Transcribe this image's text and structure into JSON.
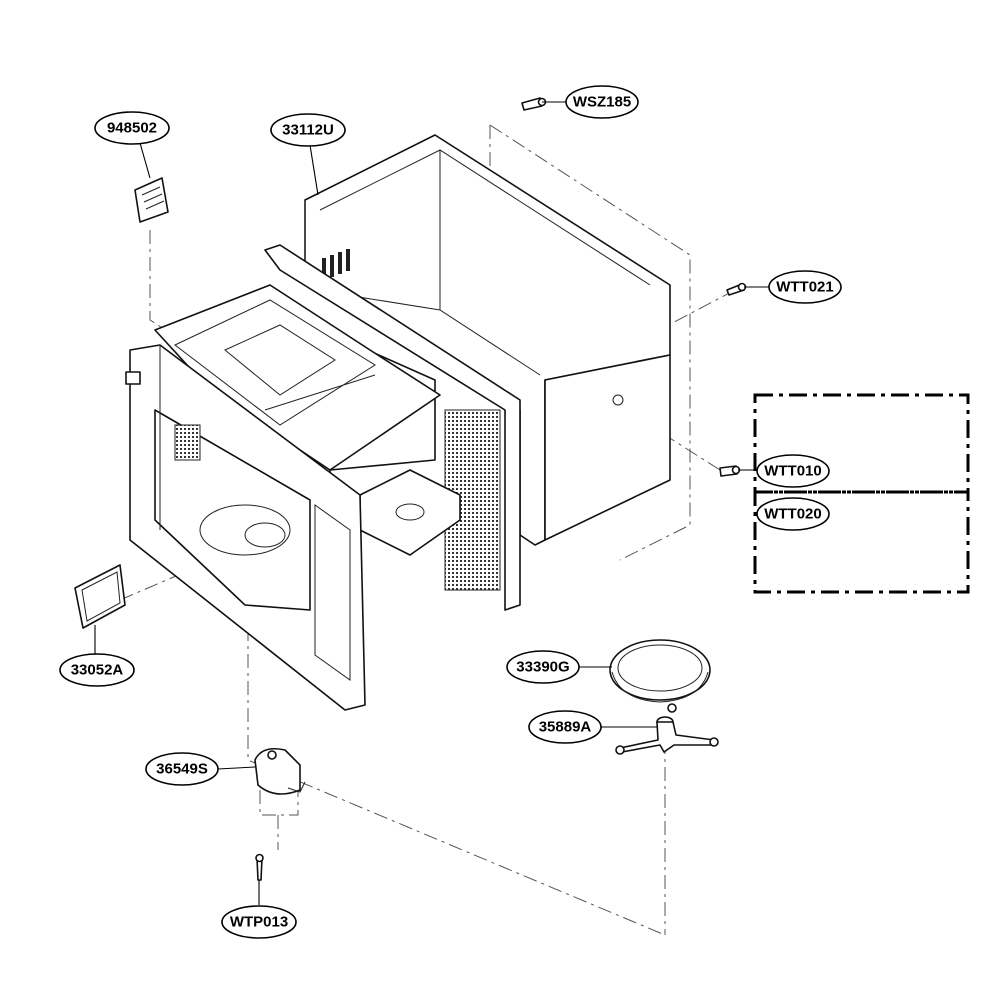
{
  "diagram": {
    "labels": [
      {
        "id": "948502",
        "text": "948502"
      },
      {
        "id": "33112U",
        "text": "33112U"
      },
      {
        "id": "WSZ185",
        "text": "WSZ185"
      },
      {
        "id": "WTT021",
        "text": "WTT021"
      },
      {
        "id": "WTT010",
        "text": "WTT010"
      },
      {
        "id": "WTT020",
        "text": "WTT020"
      },
      {
        "id": "33052A",
        "text": "33052A"
      },
      {
        "id": "33390G",
        "text": "33390G"
      },
      {
        "id": "35889A",
        "text": "35889A"
      },
      {
        "id": "36549S",
        "text": "36549S"
      },
      {
        "id": "WTP013",
        "text": "WTP013"
      }
    ]
  }
}
